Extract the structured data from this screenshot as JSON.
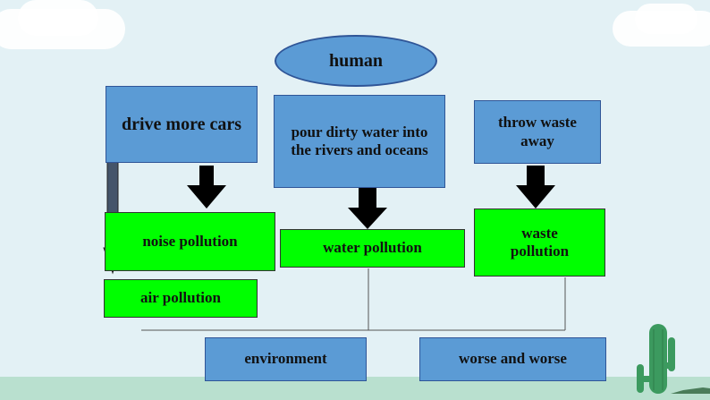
{
  "diagram": {
    "root": "human",
    "actions": {
      "cars": "drive more cars",
      "water": "pour dirty water into the rivers and oceans",
      "waste": "throw waste away"
    },
    "pollutions": {
      "noise": "noise pollution",
      "air": "air pollution",
      "water": "water pollution",
      "waste": "waste pollution"
    },
    "results": {
      "environment": "environment",
      "worse": "worse and worse"
    }
  },
  "colors": {
    "box_blue": "#5b9bd5",
    "box_green": "#00ff00",
    "arrow_black": "#000000",
    "arrow_gray": "#44546a"
  }
}
